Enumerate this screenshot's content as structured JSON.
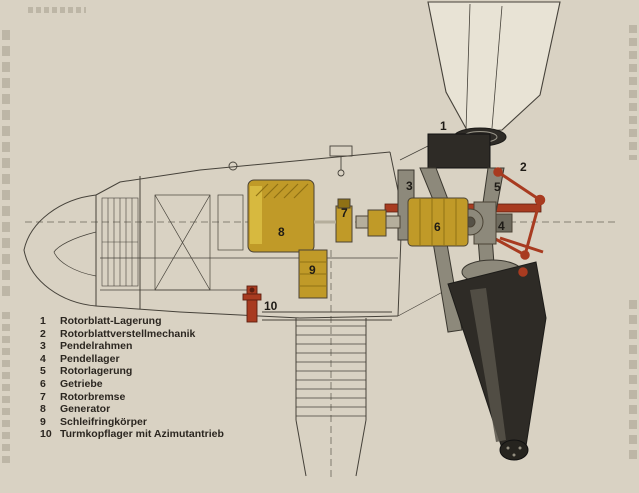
{
  "colors": {
    "paper": "#d9d2c3",
    "line": "#46423a",
    "yellow": "#c09a28",
    "yellow_light": "#d7b93f",
    "yellow_dark": "#8f7115",
    "red": "#a83b20",
    "gray": "#8d897b",
    "dark": "#2e2b26",
    "blade": "#e8e3d5",
    "text": "#2b2620"
  },
  "callouts": [
    "1",
    "2",
    "3",
    "4",
    "5",
    "6",
    "7",
    "8",
    "9",
    "10"
  ],
  "legend": {
    "items": [
      {
        "n": "1",
        "label": "Rotorblatt-Lagerung"
      },
      {
        "n": "2",
        "label": "Rotorblattverstellmechanik"
      },
      {
        "n": "3",
        "label": "Pendelrahmen"
      },
      {
        "n": "4",
        "label": "Pendellager"
      },
      {
        "n": "5",
        "label": "Rotorlagerung"
      },
      {
        "n": "6",
        "label": "Getriebe"
      },
      {
        "n": "7",
        "label": "Rotorbremse"
      },
      {
        "n": "8",
        "label": "Generator"
      },
      {
        "n": "9",
        "label": "Schleifringkörper"
      },
      {
        "n": "10",
        "label": "Turmkopflager mit Azimutantrieb"
      }
    ]
  }
}
